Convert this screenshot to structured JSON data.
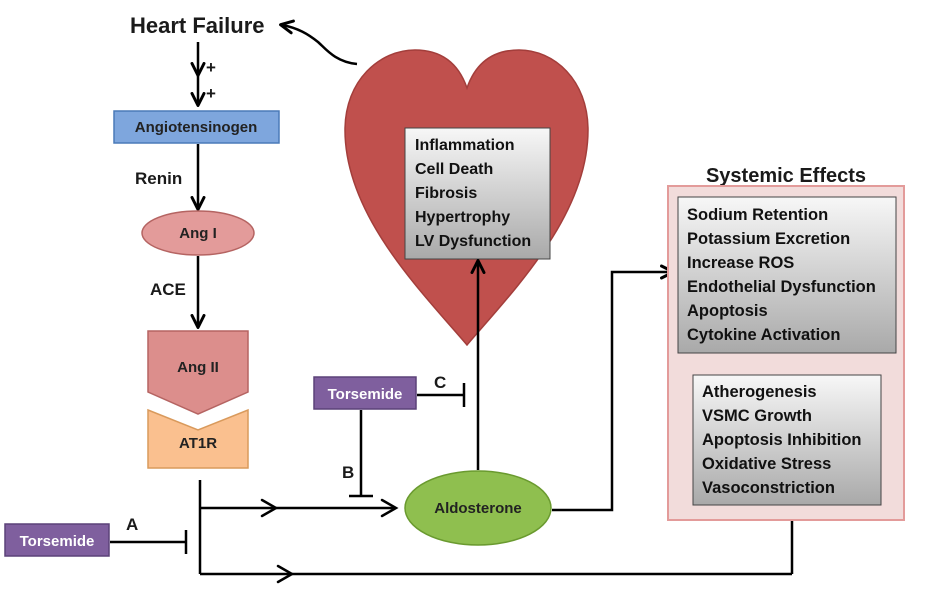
{
  "title": "Heart Failure",
  "plus_signs": [
    "+",
    "+"
  ],
  "cascade": {
    "angiotensinogen": "Angiotensinogen",
    "renin": "Renin",
    "ang1": "Ang I",
    "ace": "ACE",
    "ang2": "Ang II",
    "at1r": "AT1R"
  },
  "aldosterone": "Aldosterone",
  "heart_effects": [
    "Inflammation",
    "Cell Death",
    "Fibrosis",
    "Hypertrophy",
    "LV Dysfunction"
  ],
  "systemic": {
    "title": "Systemic Effects",
    "box1": [
      "Sodium Retention",
      "Potassium Excretion",
      "Increase ROS",
      "Endothelial Dysfunction",
      "Apoptosis",
      "Cytokine Activation"
    ],
    "box2": [
      "Atherogenesis",
      "VSMC Growth",
      "Apoptosis Inhibition",
      "Oxidative Stress",
      "Vasoconstriction"
    ]
  },
  "torsemide": {
    "label": "Torsemide",
    "site_a": "A",
    "site_b": "B",
    "site_c": "C"
  },
  "colors": {
    "heart": "#c0504d",
    "angiotensinogen": "#7ea6dd",
    "ang1": "#e39b9a",
    "ang2": "#dc8e8c",
    "at1r": "#fac08f",
    "aldosterone": "#8fbf4f",
    "torsemide": "#7f5f9e",
    "systemic_bg": "#f2dcdb",
    "systemic_border": "#e39b9a"
  }
}
